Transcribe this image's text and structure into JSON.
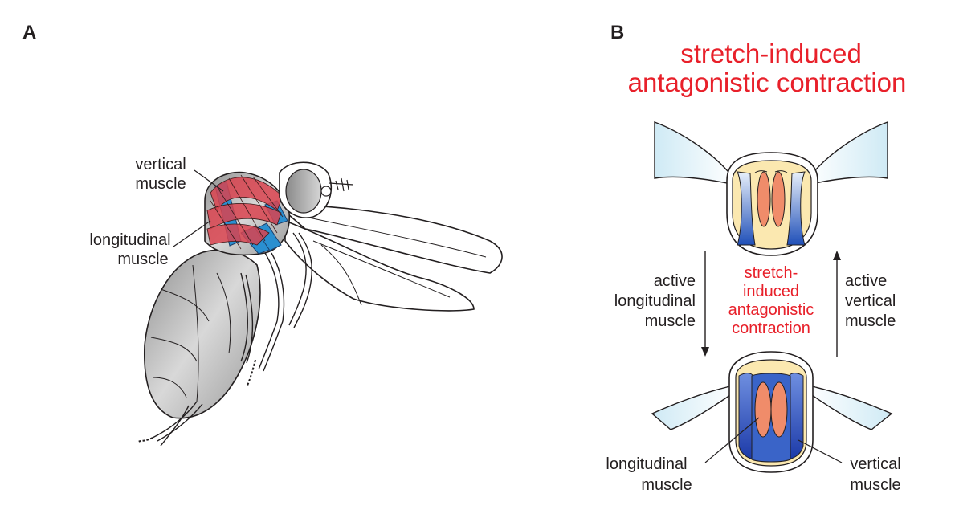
{
  "panel_a": {
    "letter": "A",
    "vertical_label": [
      "vertical",
      "muscle"
    ],
    "longitudinal_label": [
      "longitudinal",
      "muscle"
    ]
  },
  "panel_b": {
    "letter": "B",
    "title": [
      "stretch-induced",
      "antagonistic contraction"
    ],
    "left_arrow_label": [
      "active",
      "longitudinal",
      "muscle"
    ],
    "center_label": [
      "stretch-",
      "induced",
      "antagonistic",
      "contraction"
    ],
    "right_arrow_label": [
      "active",
      "vertical",
      "muscle"
    ],
    "bottom_left_label": [
      "longitudinal",
      "muscle"
    ],
    "bottom_right_label": [
      "vertical",
      "muscle"
    ]
  },
  "colors": {
    "accent_red": "#e8202a",
    "vertical_muscle": "#2a7fc2",
    "longitudinal_muscle": "#d9434f",
    "thorax_fill": "#fbe8b0",
    "body_gray": "#b5b5b5",
    "wing_blue": "#cfeaf5"
  }
}
